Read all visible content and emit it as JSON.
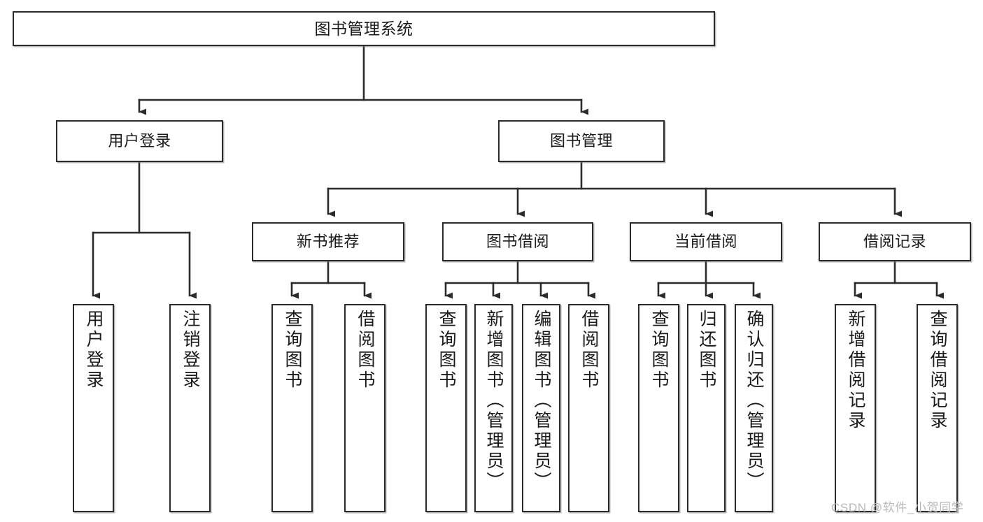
{
  "diagram": {
    "title": "图书管理系统",
    "type": "tree",
    "watermark": "CSDN @软件_小贺同学",
    "colors": {
      "stroke": "#2b2b2b",
      "fill": "#ffffff",
      "text": "#1a1a1a",
      "watermark": "#b9b9b9"
    },
    "nodes": {
      "root": {
        "label": "图书管理系统"
      },
      "level2": [
        {
          "label": "用户登录"
        },
        {
          "label": "图书管理"
        }
      ],
      "level3": [
        {
          "label": "新书推荐"
        },
        {
          "label": "图书借阅"
        },
        {
          "label": "当前借阅"
        },
        {
          "label": "借阅记录"
        }
      ],
      "leaves_user_login": [
        {
          "label": "用户登录"
        },
        {
          "label": "注销登录"
        }
      ],
      "leaves_new_books": [
        {
          "label": "查询图书"
        },
        {
          "label": "借阅图书"
        }
      ],
      "leaves_borrow": [
        {
          "label": "查询图书"
        },
        {
          "label": "新增图书（管理员）"
        },
        {
          "label": "编辑图书（管理员）"
        },
        {
          "label": "借阅图书"
        }
      ],
      "leaves_current": [
        {
          "label": "查询图书"
        },
        {
          "label": "归还图书"
        },
        {
          "label": "确认归还（管理员）"
        }
      ],
      "leaves_records": [
        {
          "label": "新增借阅记录"
        },
        {
          "label": "查询借阅记录"
        }
      ]
    }
  }
}
